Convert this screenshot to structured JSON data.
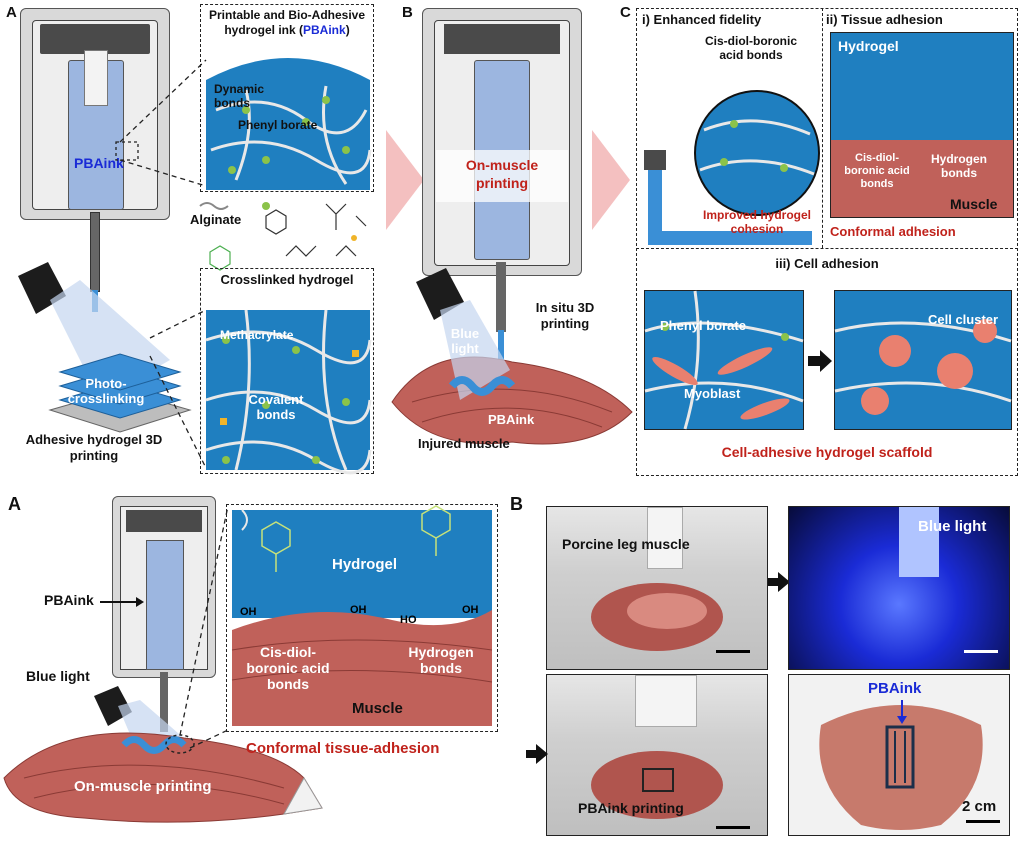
{
  "top": {
    "panelA": {
      "letter": "A",
      "ink_title": "Printable and Bio-Adhesive hydrogel ink (",
      "ink_title_name": "PBAink",
      "ink_title_end": ")",
      "dynamic_bonds": "Dynamic bonds",
      "phenyl_borate": "Phenyl borate",
      "syringe_label": "PBAink",
      "alginate": "Alginate",
      "crosslinked_title": "Crosslinked hydrogel",
      "methacrylate": "Methacrylate",
      "covalent_bonds": "Covalent bonds",
      "photo": "Photo-crosslinking",
      "caption": "Adhesive hydrogel 3D printing"
    },
    "panelB": {
      "letter": "B",
      "on_muscle": "On-muscle printing",
      "blue_light": "Blue light",
      "in_situ": "In situ 3D printing",
      "pbaink": "PBAink",
      "injured": "Injured muscle"
    },
    "panelC": {
      "letter": "C",
      "i_title": "i)  Enhanced fidelity",
      "cis_diol": "Cis-diol-boronic acid bonds",
      "improved": "Improved hydrogel cohesion",
      "ii_title": "ii) Tissue adhesion",
      "hydrogel": "Hydrogel",
      "cis_diol2": "Cis-diol-boronic acid bonds",
      "hydrogen": "Hydrogen bonds",
      "muscle": "Muscle",
      "conformal": "Conformal adhesion",
      "iii_title": "iii)  Cell adhesion",
      "phenyl_borate": "Phenyl borate",
      "myoblast": "Myoblast",
      "cell_cluster": "Cell cluster",
      "scaffold": "Cell-adhesive hydrogel scaffold"
    }
  },
  "bottom": {
    "panelA": {
      "letter": "A",
      "pbaink": "PBAink",
      "blue_light": "Blue light",
      "on_muscle": "On-muscle printing",
      "hydrogel": "Hydrogel",
      "cis_diol": "Cis-diol-boronic acid bonds",
      "hydrogen": "Hydrogen bonds",
      "muscle": "Muscle",
      "conformal": "Conformal tissue-adhesion",
      "oh": "OH",
      "ho": "HO"
    },
    "panelB": {
      "letter": "B",
      "porcine": "Porcine leg muscle",
      "blue_light": "Blue light",
      "printing": "PBAink printing",
      "pbaink": "PBAink",
      "scale": "2 cm"
    }
  },
  "colors": {
    "hydrogel": "#1f7fc0",
    "muscle": "#c0615a",
    "accent_red": "#c0221b",
    "accent_blue": "#1a2bd6",
    "bond_green": "#8bc34a"
  }
}
